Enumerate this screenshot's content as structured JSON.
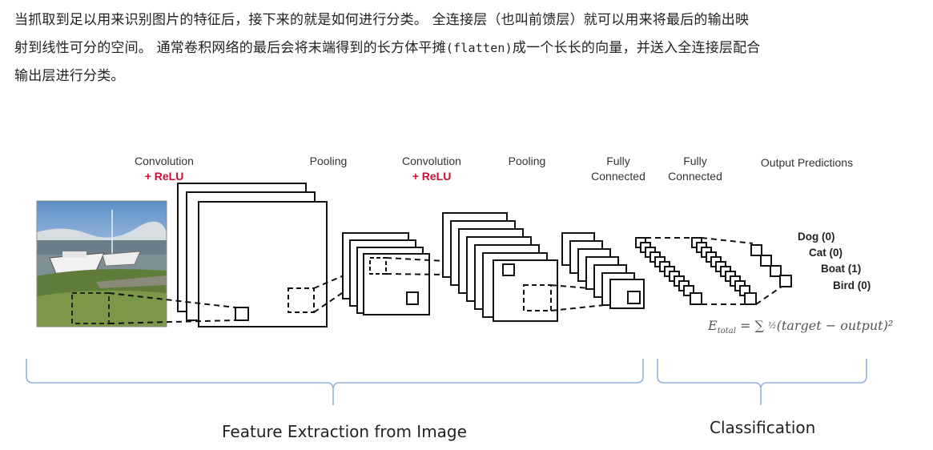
{
  "paragraph": {
    "line1": "当抓取到足以用来识别图片的特征后，接下来的就是如何进行分类。 全连接层（也叫前馈层）就可以用来将最后的输出映",
    "line2_a": "射到线性可分的空间。 通常卷积网络的最后会将末端得到的长方体平摊",
    "line2_code": "(flatten)",
    "line2_b": "成一个长长的向量，并送入全连接层配合",
    "line3": "输出层进行分类。"
  },
  "layers": {
    "conv1": {
      "title": "Convolution",
      "activation": "+ ReLU"
    },
    "pool1": {
      "title": "Pooling"
    },
    "conv2": {
      "title": "Convolution",
      "activation": "+ ReLU"
    },
    "pool2": {
      "title": "Pooling"
    },
    "fc1": {
      "title_line1": "Fully",
      "title_line2": "Connected"
    },
    "fc2": {
      "title_line1": "Fully",
      "title_line2": "Connected"
    },
    "output": {
      "title": "Output Predictions"
    }
  },
  "predictions": [
    "Dog (0)",
    "Cat (0)",
    "Boat (1)",
    "Bird (0)"
  ],
  "formula": {
    "e": "E",
    "sub": "total",
    "eq": " = ∑ ",
    "frac": "½",
    "rest": "(target − output)²"
  },
  "sections": {
    "feature": "Feature Extraction from Image",
    "classification": "Classification"
  }
}
